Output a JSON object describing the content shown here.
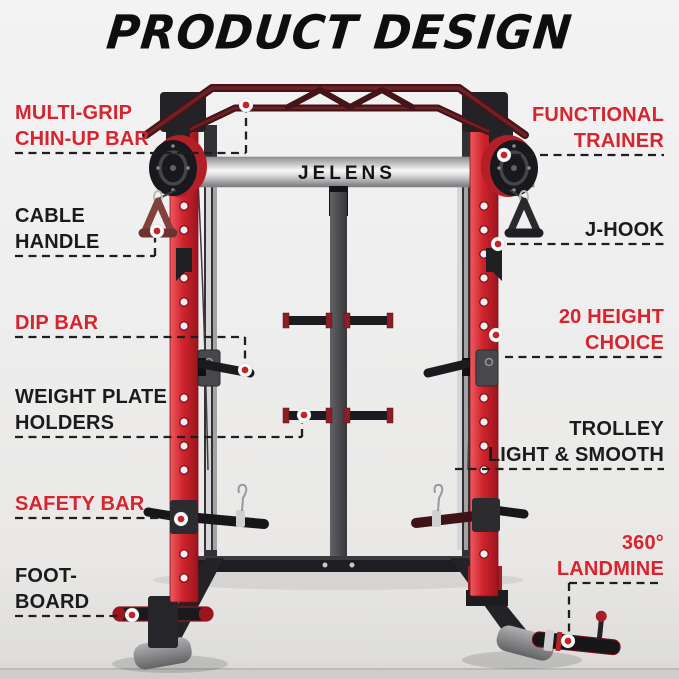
{
  "title": "PRODUCT DESIGN",
  "brand": "JELENS",
  "colors": {
    "accent_red": "#c6242c",
    "label_red": "#d6252e",
    "label_black": "#1b1b1b",
    "frame_red": "#d0242d",
    "frame_black": "#232327",
    "silver": "#d9d9db",
    "background": "#ededec"
  },
  "labels": {
    "left": [
      {
        "name": "multi-grip-chin-up-bar",
        "color": "red",
        "lines": [
          "MULTI-GRIP",
          "CHIN-UP BAR"
        ]
      },
      {
        "name": "cable-handle",
        "color": "black",
        "lines": [
          "CABLE",
          "HANDLE"
        ]
      },
      {
        "name": "dip-bar",
        "color": "red",
        "lines": [
          "DIP BAR"
        ]
      },
      {
        "name": "weight-plate-holders",
        "color": "black",
        "lines": [
          "WEIGHT PLATE",
          "HOLDERS"
        ]
      },
      {
        "name": "safety-bar",
        "color": "red",
        "lines": [
          "SAFETY BAR"
        ]
      },
      {
        "name": "foot-board",
        "color": "black",
        "lines": [
          "FOOT-",
          "BOARD"
        ]
      }
    ],
    "right": [
      {
        "name": "functional-trainer",
        "color": "red",
        "lines": [
          "FUNCTIONAL",
          "TRAINER"
        ]
      },
      {
        "name": "j-hook",
        "color": "black",
        "lines": [
          "J-HOOK"
        ]
      },
      {
        "name": "20-height-choice",
        "color": "red",
        "lines": [
          "20 HEIGHT",
          "CHOICE"
        ]
      },
      {
        "name": "trolley-light-smooth",
        "color": "black",
        "lines": [
          "TROLLEY",
          "LIGHT & SMOOTH"
        ]
      },
      {
        "name": "360-landmine",
        "color": "red",
        "lines": [
          "360°",
          "LANDMINE"
        ]
      }
    ]
  }
}
